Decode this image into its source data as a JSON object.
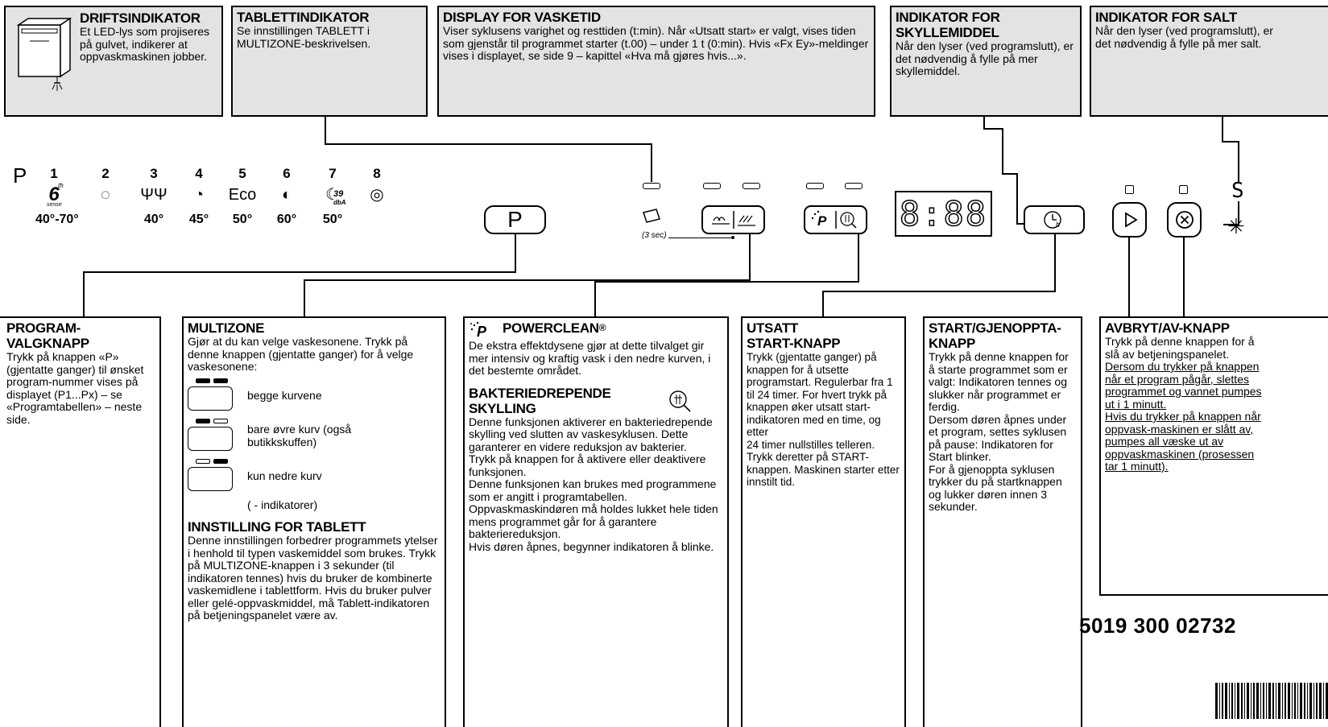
{
  "top_boxes": {
    "drift": {
      "title": "DRIFTSINDIKATOR",
      "text": "Et LED-lys som projiseres på gulvet, indikerer at oppvaskmaskinen jobber."
    },
    "tablett": {
      "title": "TABLETTINDIKATOR",
      "text": "Se innstillingen TABLETT i MULTIZONE-beskrivelsen."
    },
    "display": {
      "title": "DISPLAY FOR VASKETID",
      "text": "Viser syklusens varighet og resttiden (t:min). Når «Utsatt start» er valgt, vises tiden som gjenstår til programmet starter (t.00) – under 1 t (0:min). Hvis «Fx  Ey»-meldinger vises i displayet, se side 9 – kapittel «Hva må gjøres hvis...»."
    },
    "skyll": {
      "title_line1": "INDIKATOR FOR",
      "title_line2": "SKYLLEMIDDEL",
      "text": "Når den lyser (ved programslutt), er det nødvendig å fylle på mer skyllemiddel."
    },
    "salt": {
      "title": "INDIKATOR FOR SALT",
      "text": "Når den lyser (ved programslutt), er det nødvendig å fylle på mer salt."
    }
  },
  "panel": {
    "p_letter": "P",
    "programs": [
      {
        "num": "1",
        "temp": "40°-70°",
        "icon": "sixth-sense-icon",
        "glyph": "6"
      },
      {
        "num": "2",
        "temp": "",
        "icon": "rinse-dots-icon",
        "glyph": "◌"
      },
      {
        "num": "3",
        "temp": "40°",
        "icon": "glasses-icon",
        "glyph": "ΨΨ"
      },
      {
        "num": "4",
        "temp": "45°",
        "icon": "fast-icon",
        "glyph": "◔"
      },
      {
        "num": "5",
        "temp": "50°",
        "icon": "eco-icon",
        "glyph": "Eco"
      },
      {
        "num": "6",
        "temp": "60°",
        "icon": "intensive-icon",
        "glyph": "◐"
      },
      {
        "num": "7",
        "temp": "50°",
        "icon": "night-icon",
        "glyph": "☾"
      },
      {
        "num": "8",
        "temp": "",
        "icon": "soak-icon",
        "glyph": "◎"
      }
    ],
    "sixth_sub": "th",
    "sixth_label": "sense",
    "night_value": "39",
    "night_unit": "dbA",
    "p_button": "P",
    "tablet_caption": "(3 sec)",
    "display_digits": "8:88",
    "salt_symbol": "S",
    "rinse_symbol": "✳"
  },
  "bottom_boxes": {
    "program": {
      "title": "PROGRAM-\nVALGKNAPP",
      "text": "Trykk på knappen «P» (gjentatte ganger) til ønsket program-nummer vises på displayet (P1...Px) – se «Programtabellen» – neste side."
    },
    "multizone": {
      "title": "MULTIZONE",
      "text": "Gjør at du kan velge vaskesonene. Trykk på denne knappen (gjentatte ganger) for å velge vaskesonene:",
      "opt1": "begge kurvene",
      "opt2": "bare øvre kurv (også butikkskuffen)",
      "opt3": "kun nedre kurv",
      "legend": "( - indikatorer)",
      "title2": "INNSTILLING FOR TABLETT",
      "text2": "Denne innstillingen forbedrer programmets ytelser i henhold til typen vaskemiddel som brukes. Trykk på MULTIZONE-knappen i 3 sekunder (til indikatoren tennes) hvis du bruker de kombinerte vaskemidlene i tablettform. Hvis du bruker pulver eller gelé-oppvaskmiddel, må Tablett-indikatoren på betjeningspanelet være av."
    },
    "power": {
      "title": "POWERCLEAN",
      "reg": "®",
      "text": "De ekstra effektdysene gjør at dette tilvalget gir mer intensiv og kraftig vask i den nedre kurven, i det bestemte området.",
      "title2": "BAKTERIEDREPENDE\nSKYLLING",
      "text2": "Denne funksjonen aktiverer en bakteriedrepende skylling ved slutten av vaskesyklusen. Dette garanterer en videre reduksjon av bakterier.\nTrykk på knappen for å aktivere eller deaktivere funksjonen.\nDenne funksjonen kan brukes med programmene som er angitt i programtabellen.\nOppvaskmaskindøren må holdes lukket hele tiden mens programmet går for å garantere bakteriereduksjon.\nHvis døren åpnes, begynner indikatoren å blinke."
    },
    "utsatt": {
      "title": "UTSATT\nSTART-KNAPP",
      "text": "Trykk (gjentatte ganger) på knappen for å utsette programstart. Regulerbar fra 1 til 24 timer. For hvert trykk på knappen øker utsatt start-indikatoren med en time, og etter\n24 timer nullstilles telleren. Trykk deretter på START-knappen. Maskinen starter etter innstilt tid."
    },
    "start": {
      "title": "START/GJENOPPTA-\nKNAPP",
      "text": "Trykk på denne knappen for å starte programmet som er valgt: Indikatoren tennes og slukker når programmet er ferdig.\nDersom døren åpnes under et program, settes syklusen på pause: Indikatoren for Start blinker.\nFor å gjenoppta syklusen trykker du på startknappen og lukker døren innen 3 sekunder."
    },
    "avbryt": {
      "title": "AVBRYT/AV-KNAPP",
      "text": "Trykk på denne knappen for å slå av betjeningspanelet.",
      "underlined1": "Dersom du trykker på knappen når et program pågår, slettes programmet og vannet pumpes ut i 1 minutt.",
      "underlined2": "Hvis du trykker på knappen når oppvask-maskinen er slått av, pumpes all væske ut av oppvaskmaskinen (prosessen tar 1 minutt)."
    }
  },
  "code": "5019 300 02732"
}
